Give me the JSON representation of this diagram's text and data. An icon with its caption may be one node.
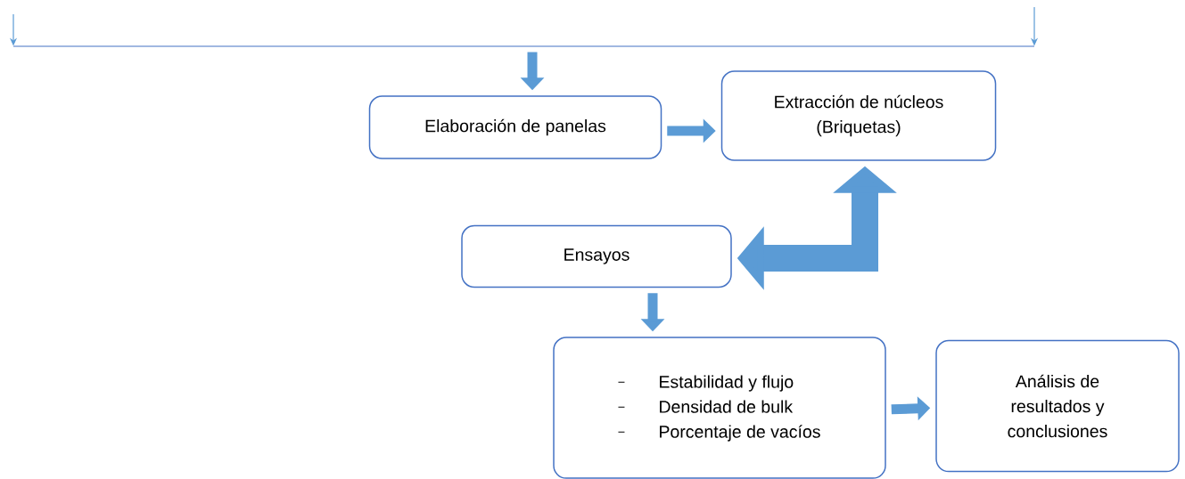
{
  "diagram": {
    "nodes": [
      {
        "text": [],
        "shape": "bar"
      },
      {
        "text": [
          "Elaboración de panelas"
        ]
      },
      {
        "text": [
          "Extracción de núcleos (Briquetas)"
        ]
      },
      {
        "text": [
          "Ensayos"
        ]
      },
      {
        "text": [
          "Estabilidad y flujo",
          "Densidad de bulk",
          "Porcentaje de vacíos"
        ]
      },
      {
        "text": [
          "Análisis de resultados y conclusiones"
        ]
      }
    ],
    "edges": [
      {
        "from": null,
        "to": 0,
        "arrow": "to"
      },
      {
        "from": null,
        "to": 0,
        "arrow": "to"
      },
      {
        "from": 0,
        "to": 1,
        "arrow": "to"
      },
      {
        "from": 1,
        "to": 2,
        "arrow": "to"
      },
      {
        "from": 2,
        "to": 3,
        "arrow": "both",
        "style": "thick"
      },
      {
        "from": 3,
        "to": 4,
        "arrow": "to"
      },
      {
        "from": 4,
        "to": 5,
        "arrow": "to"
      }
    ]
  }
}
